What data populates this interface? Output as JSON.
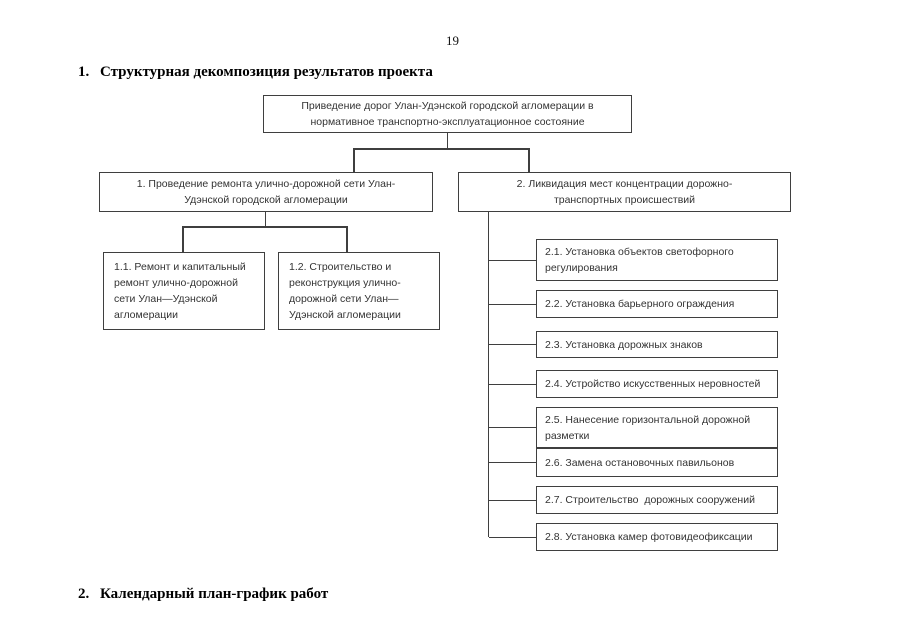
{
  "page": {
    "number": "19"
  },
  "headings": {
    "section1": {
      "num": "1.",
      "title": "Структурная декомпозиция результатов проекта"
    },
    "section2": {
      "num": "2.",
      "title": "Календарный план-график работ"
    }
  },
  "diagram": {
    "root": "Приведение дорог Улан-Удэнской городской агломерации в нормативное транспортно-эксплуатационное состояние",
    "branch1": {
      "label": "1. Проведение ремонта улично-дорожной сети Улан-Удэнской городской агломерации",
      "children": [
        "1.1. Ремонт и капитальный ремонт  улично-дорожной сети Улан—Удэнской агломерации",
        "1.2. Строительство и реконструкция улично-дорожной сети Улан—Удэнской агломерации"
      ]
    },
    "branch2": {
      "label": "2. Ликвидация мест концентрации дорожно-транспортных происшествий",
      "children": [
        "2.1. Установка объектов светофорного регулирования",
        "2.2. Установка барьерного ограждения",
        "2.3. Установка дорожных знаков",
        "2.4. Устройство искусственных неровностей",
        "2.5. Нанесение горизонтальной дорожной разметки",
        "2.6. Замена остановочных павильонов",
        "2.7. Строительство  дорожных сооружений",
        "2.8. Установка камер фотовидеофиксации"
      ]
    }
  },
  "colors": {
    "border": "#3f3f3f",
    "box_text": "#333333",
    "heading_text": "#000000",
    "background": "#ffffff"
  }
}
